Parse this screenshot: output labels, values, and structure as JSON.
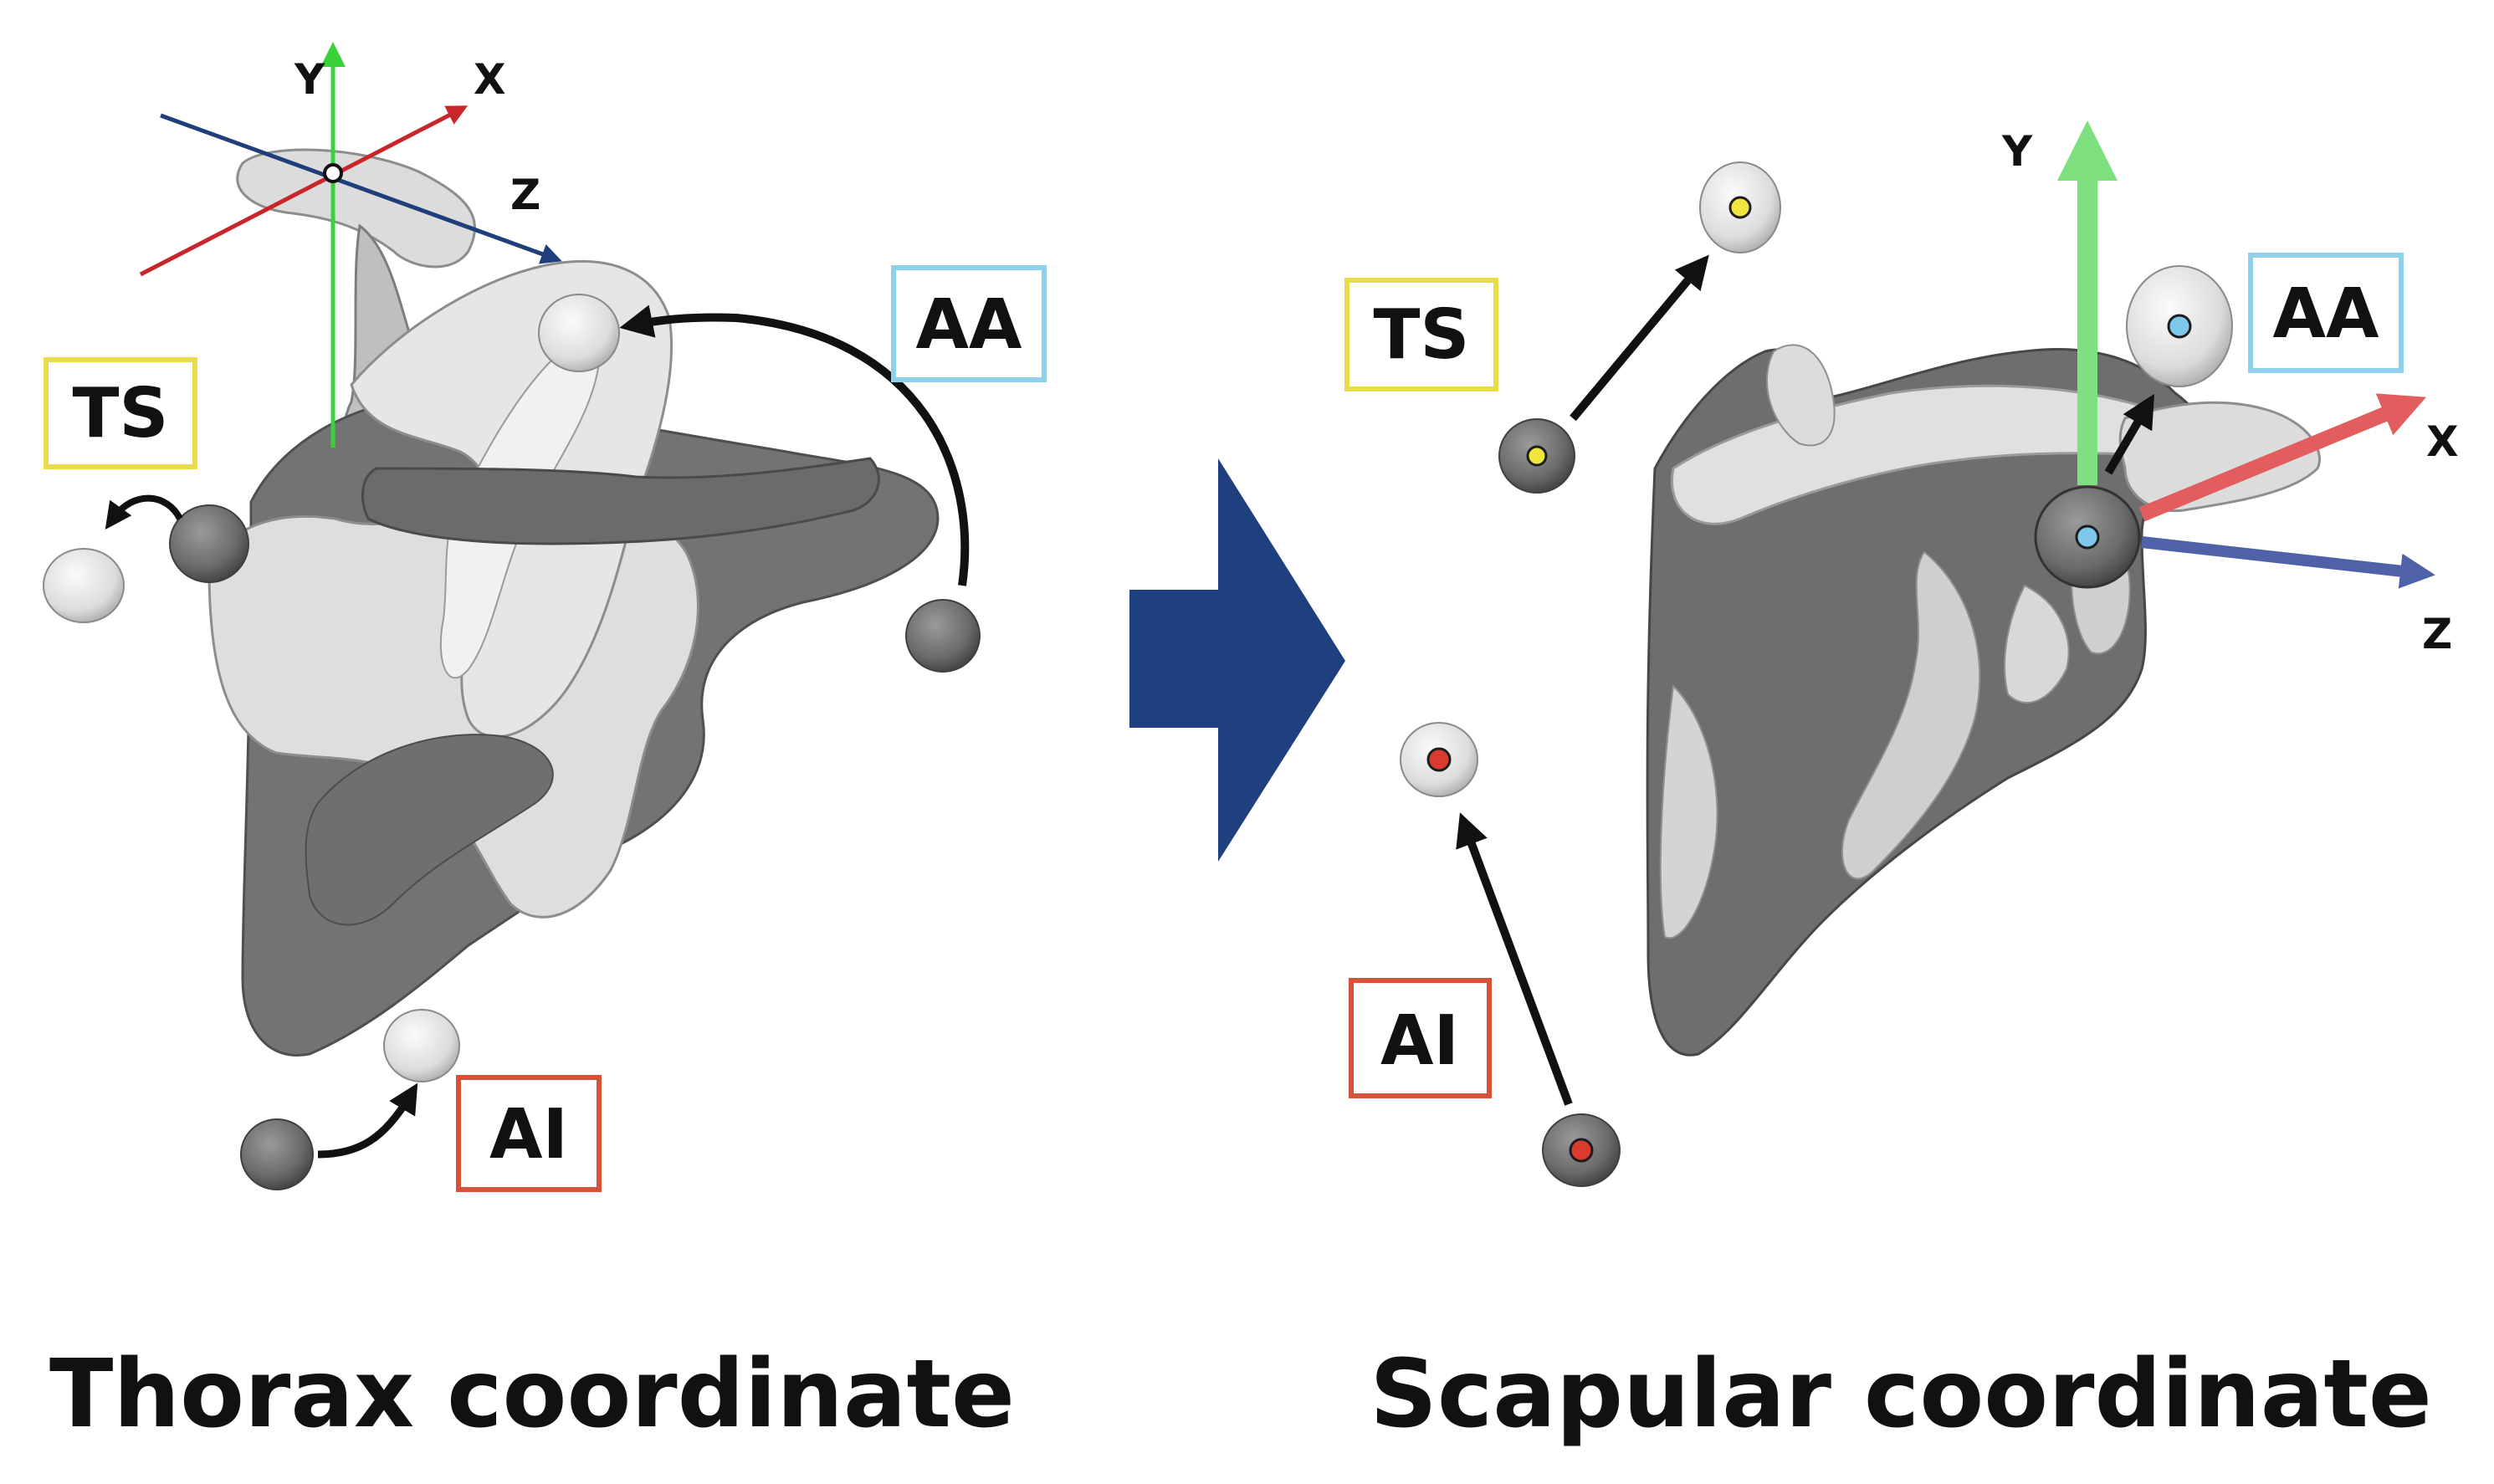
{
  "captions": {
    "thorax": "Thorax coordinate",
    "scapular": "Scapular coordinate"
  },
  "thorax_panel": {
    "axes": {
      "x": "X",
      "y": "Y",
      "z": "Z"
    },
    "labels": {
      "ts": "TS",
      "aa": "AA",
      "ai": "AI"
    }
  },
  "scapular_panel": {
    "axes": {
      "x": "X",
      "y": "Y",
      "z": "Z"
    },
    "labels": {
      "ts": "TS",
      "aa": "AA",
      "ai": "AI"
    }
  },
  "colors": {
    "ts_box": "#e8dc4a",
    "aa_box": "#8fd0ea",
    "ai_box": "#d6533a",
    "axis_x_thorax": "#c8262a",
    "axis_y_thorax": "#3bd13b",
    "axis_z_thorax": "#1f3f7a",
    "axis_x_scapular": "#e25d5d",
    "axis_y_scapular": "#7fe07f",
    "axis_z_scapular": "#4f62a8",
    "transition_arrow": "#1f3f7f",
    "bone_light": "#e3e3e3",
    "bone_dark": "#707070",
    "landmark_ts": "#f1e53d",
    "landmark_aa": "#7ec8ec",
    "landmark_ai": "#d93b2e"
  }
}
